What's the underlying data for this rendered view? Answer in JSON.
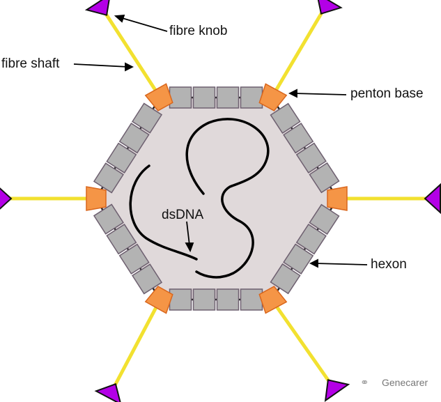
{
  "labels": {
    "fibre_knob": "fibre knob",
    "fibre_shaft": "fibre shaft",
    "penton_base": "penton base",
    "dsdna": "dsDNA",
    "hexon": "hexon"
  },
  "watermark": "Genecarer",
  "colors": {
    "capsid_fill": "#e0d9da",
    "hexon": "#b3b3b3",
    "hexon_stroke": "#6e6070",
    "penton": "#f59546",
    "fibre": "#f2e130",
    "knob": "#b300e6"
  }
}
